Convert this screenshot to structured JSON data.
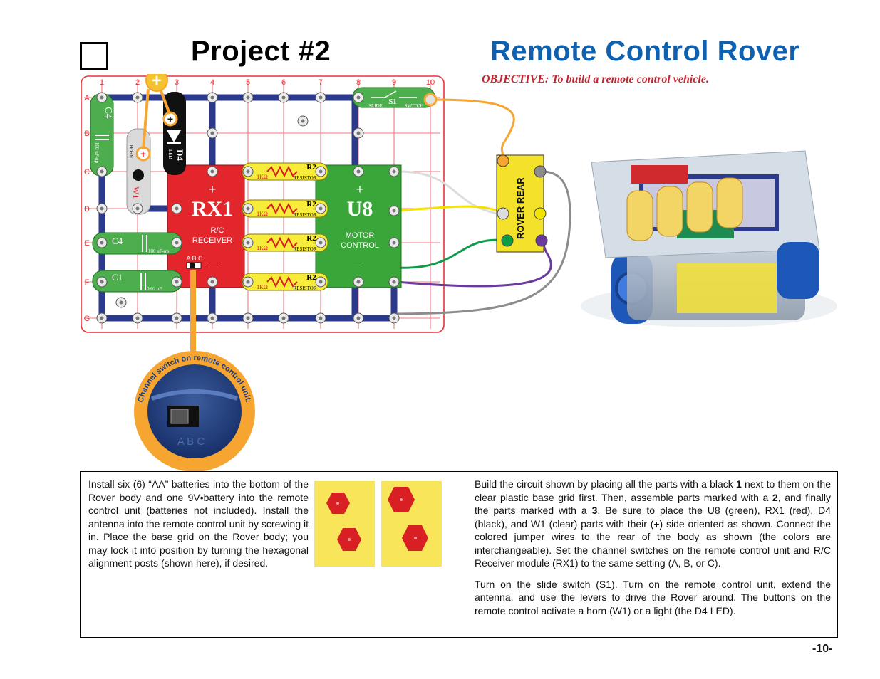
{
  "header": {
    "project_title": "Project #2",
    "rover_title": "Remote Control Rover",
    "objective": "OBJECTIVE:  To build a remote control vehicle."
  },
  "grid": {
    "columns": [
      "1",
      "2",
      "3",
      "4",
      "5",
      "6",
      "7",
      "8",
      "9",
      "10"
    ],
    "rows": [
      "A",
      "B",
      "C",
      "D",
      "E",
      "F",
      "G"
    ]
  },
  "parts": {
    "rx1": {
      "plus": "+",
      "name": "RX1",
      "line1": "R/C",
      "line2": "RECEIVER",
      "abc": "A B C",
      "minus": "—"
    },
    "u8": {
      "plus": "+",
      "name": "U8",
      "line1": "MOTOR",
      "line2": "CONTROL",
      "minus": "—"
    },
    "resistor": {
      "name": "R2",
      "value": "1KΩ",
      "label": "RESISTOR"
    },
    "s1": {
      "name": "S1",
      "left": "SLIDE",
      "right": "SWITCH"
    },
    "d4": {
      "name": "D4",
      "sub": "LED"
    },
    "w1": {
      "name": "W1",
      "sub": "HORN"
    },
    "c4_vertical": {
      "name": "C4",
      "value": "100 uF-np"
    },
    "c4_horizontal": {
      "name": "C4",
      "value": "100 uF-np"
    },
    "c1": {
      "name": "C1",
      "value": "0.02 uF"
    },
    "rover_rear": "ROVER REAR"
  },
  "callout": {
    "text": "Channel switch on remote control unit.",
    "abc": "A B C"
  },
  "instructions": {
    "left": "Install six (6) “AA” batteries into the bottom of the Rover body and one 9V•battery into the remote control unit (batteries not included). Install the antenna into the remote control unit by screwing it in.  Place the base grid on the Rover body; you may lock it into position by turning the hexagonal alignment posts (shown here), if desired.",
    "right_p1_a": "Build the circuit shown by placing all the parts with a black ",
    "right_p1_b1": "1",
    "right_p1_c": " next to them on the clear plastic base grid first.  Then, assemble parts marked with a ",
    "right_p1_b2": "2",
    "right_p1_d": ", and finally the parts marked with a ",
    "right_p1_b3": "3",
    "right_p1_e": ".  Be sure to place the U8 (green), RX1 (red), D4 (black), and W1 (clear) parts with their (+) side oriented as shown.  Connect the colored jumper wires to the rear of the body as shown (the colors are interchangeable). Set the channel switches on the remote control unit and R/C Receiver module (RX1) to the same setting (A, B, or C).",
    "right_p2": "Turn on the slide switch (S1).  Turn on the remote control unit, extend the antenna, and use the levers to drive the Rover around.  The buttons on the remote control activate a horn (W1) or a light (the D4 LED)."
  },
  "page_number": "-10-",
  "colors": {
    "title_blue": "#1060b0",
    "objective_red": "#c8232c",
    "grid_red": "#e8333a",
    "snap_blue": "#2c3a8c",
    "rx1_red": "#e3262c",
    "u8_green": "#3aa639",
    "callout_orange": "#f7a823"
  }
}
